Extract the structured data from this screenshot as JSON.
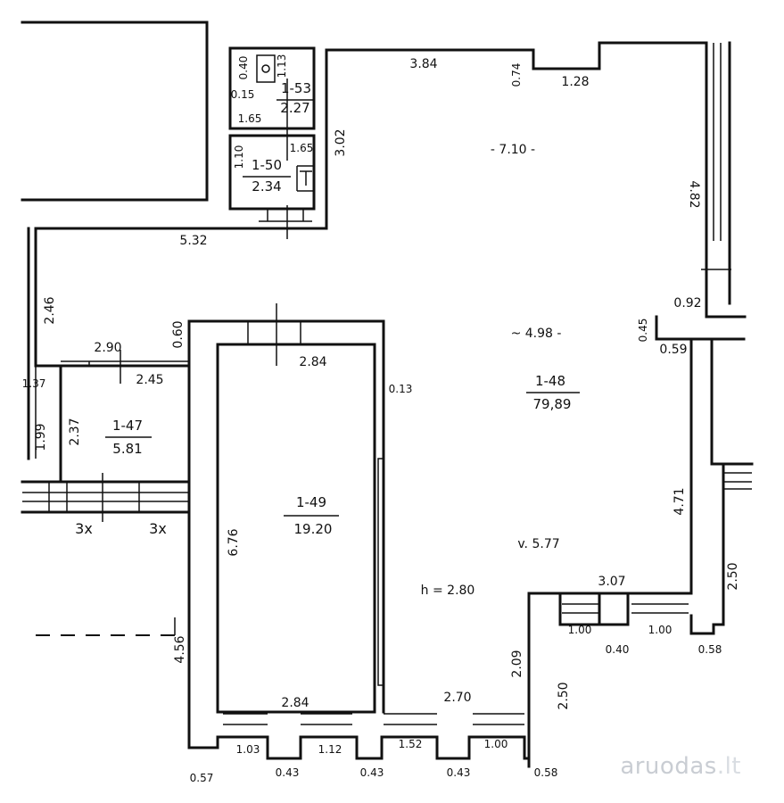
{
  "rooms": {
    "r1_48": {
      "id": "1-48",
      "area": "79,89"
    },
    "r1_49": {
      "id": "1-49",
      "area": "19.20"
    },
    "r1_47": {
      "id": "1-47",
      "area": "5.81"
    },
    "r1_50": {
      "id": "1-50",
      "area": "2.34"
    },
    "r1_53": {
      "id": "1-53",
      "area": "2.27"
    }
  },
  "dimensions": {
    "d384": "3.84",
    "d074": "0.74",
    "d128": "1.28",
    "d710": "- 7.10 -",
    "d482": "4.82",
    "d532": "5.32",
    "d302": "3.02",
    "d246": "2.46",
    "d060": "0.60",
    "d290": "2.90",
    "d245": "2.45",
    "d284a": "2.84",
    "d013": "0.13",
    "d498": "~ 4.98 -",
    "d092": "0.92",
    "d045": "0.45",
    "d059": "0.59",
    "d137": "1.37",
    "d199": "1.99",
    "d237": "2.37",
    "d676": "6.76",
    "d471": "4.71",
    "d577": "v. 5.77",
    "h280": "h = 2.80",
    "d307": "3.07",
    "d250a": "2.50",
    "d209": "2.09",
    "d456": "4.56",
    "d270": "2.70",
    "d284b": "2.84",
    "d250b": "2.50",
    "d100a": "1.00",
    "d040": "0.40",
    "d100b": "1.00",
    "d058a": "0.58",
    "d103": "1.03",
    "d112": "1.12",
    "d152": "1.52",
    "d100c": "1.00",
    "d057": "0.57",
    "d043a": "0.43",
    "d043b": "0.43",
    "d043c": "0.43",
    "d058b": "0.58",
    "d040s": "0.40",
    "d113": "1.13",
    "d015": "0.15",
    "d165a": "1.65",
    "d165b": "1.65",
    "d110": "1.10"
  },
  "window_notes": {
    "left": "3x",
    "right": "3x"
  },
  "watermark": {
    "main": "aruodas",
    "suffix": ".lt"
  }
}
